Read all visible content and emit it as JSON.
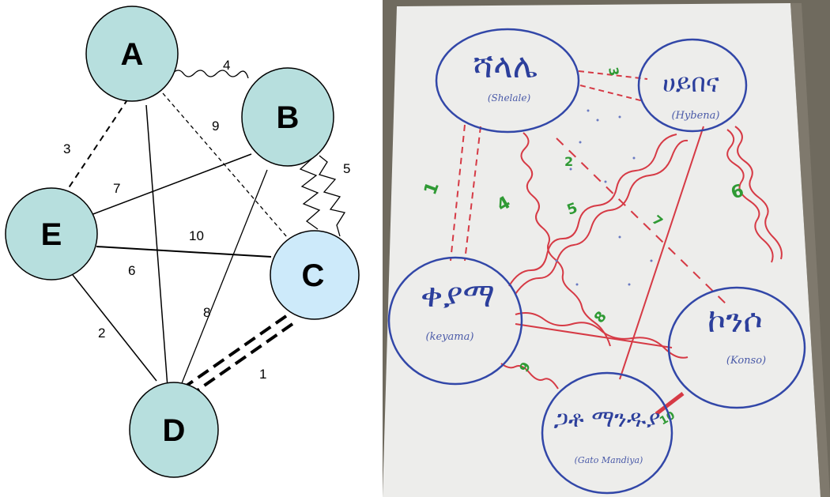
{
  "diagram": {
    "nodes": [
      {
        "id": "A",
        "label": "A",
        "color": "#b7dfde"
      },
      {
        "id": "B",
        "label": "B",
        "color": "#b7dfde"
      },
      {
        "id": "C",
        "label": "C",
        "color": "#cdeafa"
      },
      {
        "id": "D",
        "label": "D",
        "color": "#b7dfde"
      },
      {
        "id": "E",
        "label": "E",
        "color": "#b7dfde"
      }
    ],
    "edges": [
      {
        "from": "A",
        "to": "B",
        "weight": "4",
        "style": "wavy"
      },
      {
        "from": "A",
        "to": "E",
        "weight": "3",
        "style": "dashed"
      },
      {
        "from": "A",
        "to": "C",
        "weight": "9",
        "style": "dotted"
      },
      {
        "from": "B",
        "to": "C",
        "weight": "5",
        "style": "wavy"
      },
      {
        "from": "B",
        "to": "E",
        "weight": "7",
        "style": "solid"
      },
      {
        "from": "E",
        "to": "C",
        "weight": "10",
        "style": "solid"
      },
      {
        "from": "A",
        "to": "D",
        "weight": "6",
        "style": "solid"
      },
      {
        "from": "B",
        "to": "D",
        "weight": "8",
        "style": "solid"
      },
      {
        "from": "E",
        "to": "D",
        "weight": "2",
        "style": "solid"
      },
      {
        "from": "C",
        "to": "D",
        "weight": "1",
        "style": "double-dashed"
      }
    ]
  },
  "photo": {
    "nodes": [
      {
        "id": "shalale",
        "script": "ሻላሌ",
        "latin": "(Shelale)"
      },
      {
        "id": "haybena",
        "script": "ሀይበና",
        "latin": "(Hybena)"
      },
      {
        "id": "keyama",
        "script": "ቀያማ",
        "latin": "(keyama)"
      },
      {
        "id": "konso",
        "script": "ኮንሶ",
        "latin": "(Konso)"
      },
      {
        "id": "gato",
        "script": "ጋቶ ማንዱያ",
        "latin": "(Gato Mandiya)"
      }
    ],
    "weights": [
      "3",
      "1",
      "2",
      "4",
      "5",
      "7",
      "6",
      "8",
      "9",
      "10"
    ],
    "colors": {
      "circle": "#3247a8",
      "edge": "#d63a45",
      "weight": "#2f9a34",
      "paper": "#ededeb",
      "background": "#6f6a5e"
    }
  }
}
